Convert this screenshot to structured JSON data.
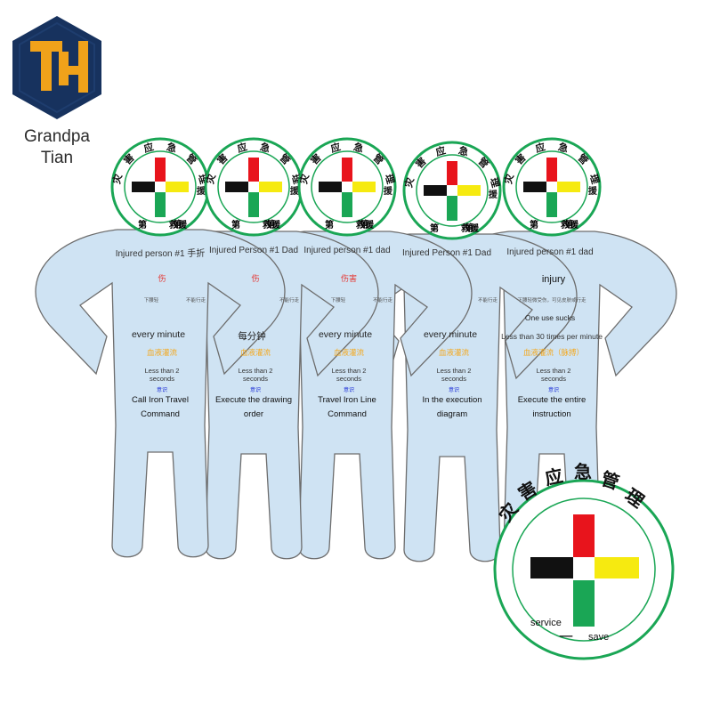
{
  "brand": {
    "line1": "Grandpa",
    "line2": "Tian",
    "logo_letters": "TH"
  },
  "badge": {
    "top_text": "灾害应急管理",
    "bottom_text": "第一救援",
    "colors": {
      "red": "#e8141c",
      "yellow": "#f6ea10",
      "black": "#111111",
      "green": "#1aa655",
      "ring": "#1aa655"
    }
  },
  "figures": [
    {
      "header": "Injured person #1 手折",
      "red_label": "伤",
      "hint1": "下腰轻",
      "hint2": "不能行走",
      "line_a": "every minute",
      "yellow_label": "血液灌流",
      "line_b": "Less than 2 seconds",
      "blue_label": "意识",
      "line_c": "Call Iron Travel Command"
    },
    {
      "header": "Injured Person #1 Dad",
      "red_label": "伤",
      "hint1": "",
      "hint2": "不能行走",
      "line_a": "每分钟",
      "yellow_label": "血液灌流",
      "line_b": "Less than 2 seconds",
      "blue_label": "意识",
      "line_c": "Execute the drawing order"
    },
    {
      "header": "Injured person #1 dad",
      "red_label": "伤害",
      "hint1": "下腰轻",
      "hint2": "不能行走",
      "line_a": "every minute",
      "yellow_label": "血液灌流",
      "line_b": "Less than 2 seconds",
      "blue_label": "意识",
      "line_c": "Travel Iron Line Command"
    },
    {
      "header": "Injured Person #1 Dad",
      "red_label": "",
      "hint1": "",
      "hint2": "不能行走",
      "line_a": "every minute",
      "yellow_label": "血液灌流",
      "line_b": "Less than 2 seconds",
      "blue_label": "意识",
      "line_c": "In the execution diagram"
    },
    {
      "header": "Injured person #1 dad",
      "red_label": "injury",
      "hint1": "下腰轻微受伤，可见皮肤或行走",
      "hint2": "",
      "line_a": "One use sucks",
      "line_a2": "Less than 30 times per minute",
      "yellow_label": "血液灌流（脉搏）",
      "line_b": "Less than 2 seconds",
      "blue_label": "意识",
      "line_c": "Execute the entire instruction"
    }
  ],
  "corner_badge": {
    "top_text": "灾害应急管理",
    "left_word": "service",
    "mid_char": "一",
    "right_word": "save"
  }
}
